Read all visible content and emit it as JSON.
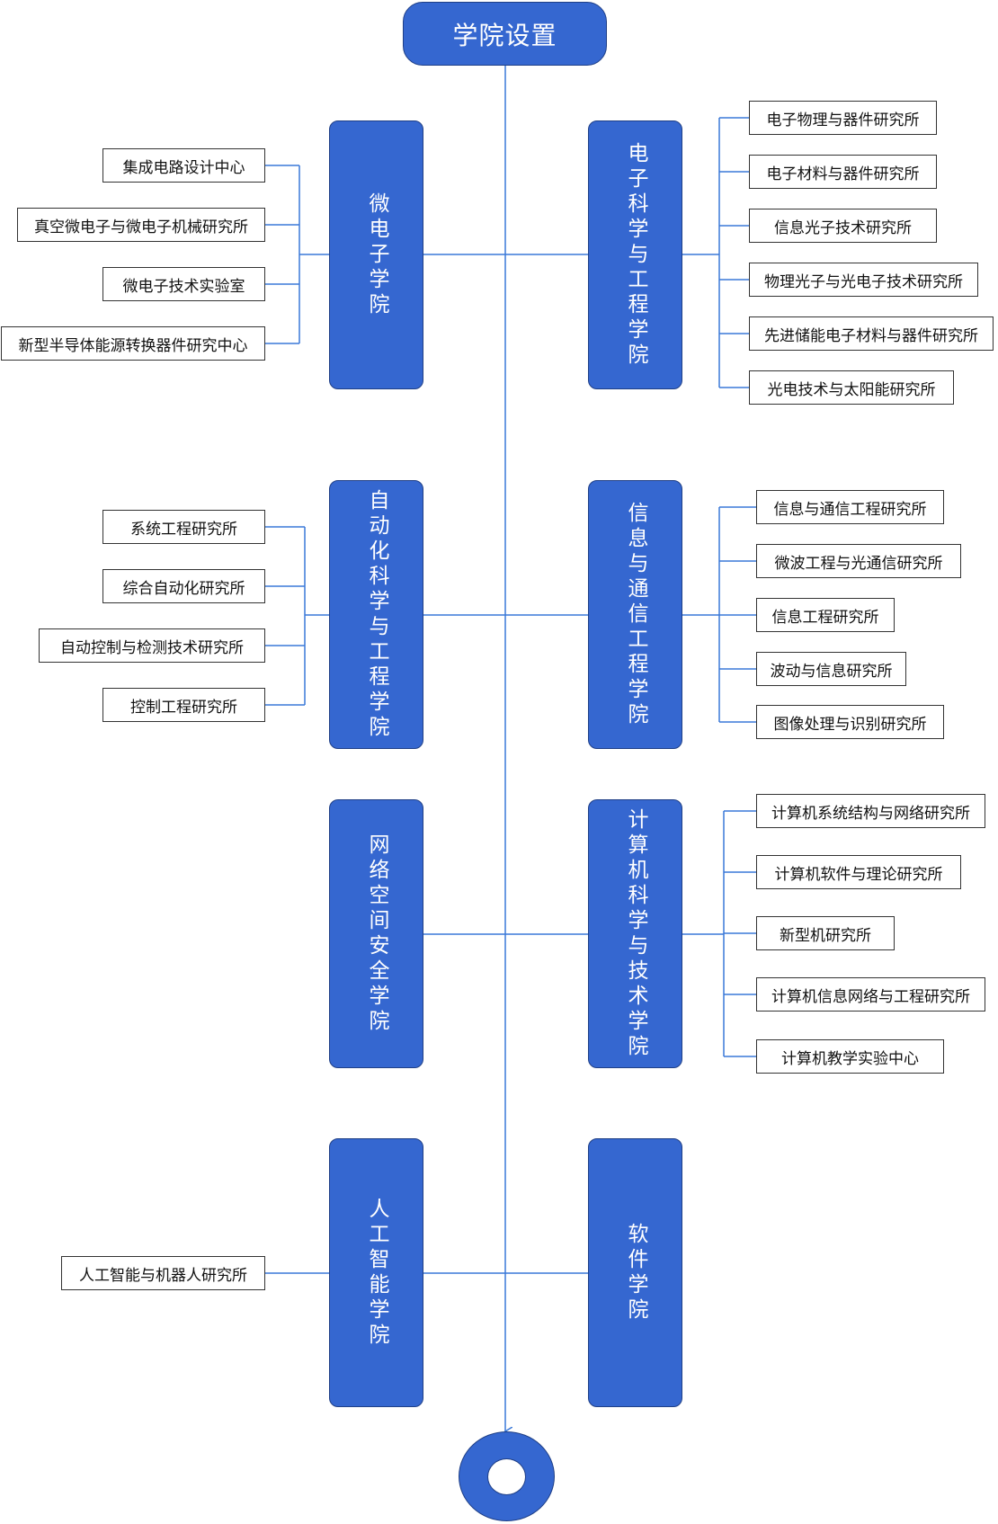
{
  "title": "学院设置",
  "colleges": [
    {
      "name": "微电子学院",
      "institutes": [
        "集成电路设计中心",
        "真空微电子与微电子机械研究所",
        "微电子技术实验室",
        "新型半导体能源转换器件研究中心"
      ]
    },
    {
      "name": "电子科学与工程学院",
      "institutes": [
        "电子物理与器件研究所",
        "电子材料与器件研究所",
        "信息光子技术研究所",
        "物理光子与光电子技术研究所",
        "先进储能电子材料与器件研究所",
        "光电技术与太阳能研究所"
      ]
    },
    {
      "name": "自动化科学与工程学院",
      "institutes": [
        "系统工程研究所",
        "综合自动化研究所",
        "自动控制与检测技术研究所",
        "控制工程研究所"
      ]
    },
    {
      "name": "信息与通信工程学院",
      "institutes": [
        "信息与通信工程研究所",
        "微波工程与光通信研究所",
        "信息工程研究所",
        "波动与信息研究所",
        "图像处理与识别研究所"
      ]
    },
    {
      "name": "网络空间安全学院",
      "institutes": []
    },
    {
      "name": "计算机科学与技术学院",
      "institutes": [
        "计算机系统结构与网络研究所",
        "计算机软件与理论研究所",
        "新型机研究所",
        "计算机信息网络与工程研究所",
        "计算机教学实验中心"
      ]
    },
    {
      "name": "人工智能学院",
      "institutes": [
        "人工智能与机器人研究所"
      ]
    },
    {
      "name": "软件学院",
      "institutes": []
    }
  ],
  "colors": {
    "primary": "#3567d0",
    "border": "#1f3f86",
    "line": "#3a78d8"
  }
}
